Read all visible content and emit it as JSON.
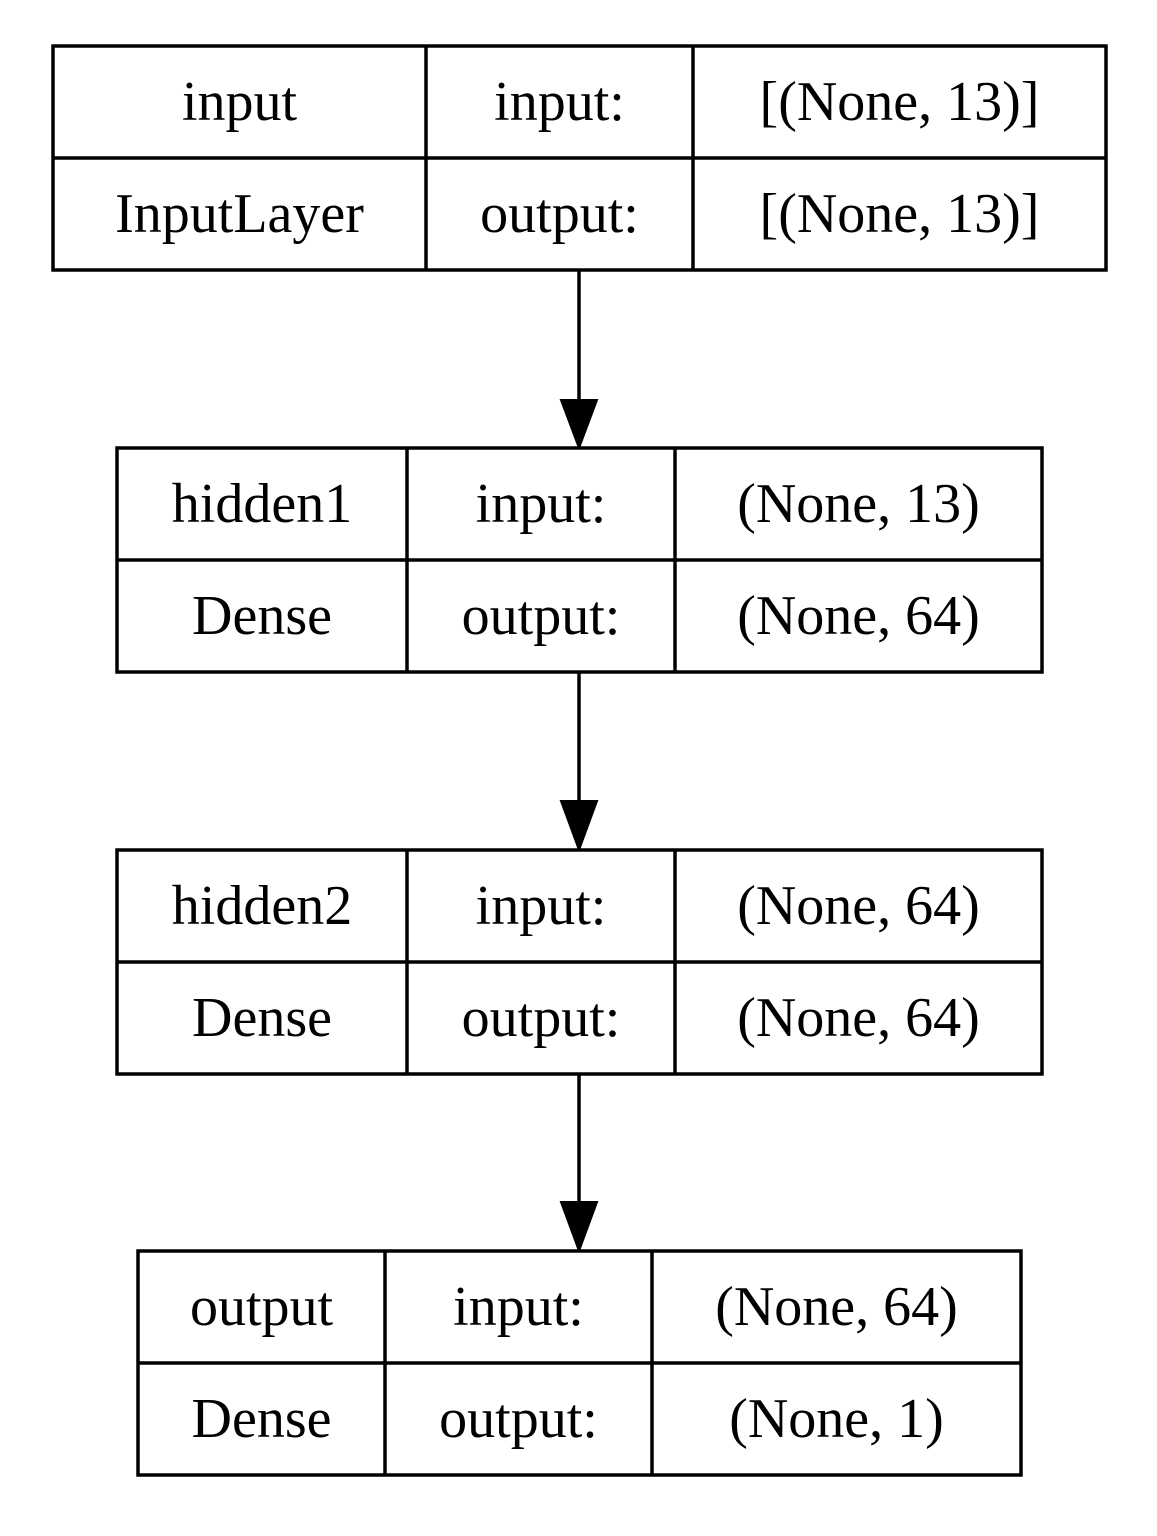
{
  "layers": [
    {
      "name": "input",
      "type": "InputLayer",
      "input_label": "input:",
      "output_label": "output:",
      "input_shape": "[(None, 13)]",
      "output_shape": "[(None, 13)]"
    },
    {
      "name": "hidden1",
      "type": "Dense",
      "input_label": "input:",
      "output_label": "output:",
      "input_shape": "(None, 13)",
      "output_shape": "(None, 64)"
    },
    {
      "name": "hidden2",
      "type": "Dense",
      "input_label": "input:",
      "output_label": "output:",
      "input_shape": "(None, 64)",
      "output_shape": "(None, 64)"
    },
    {
      "name": "output",
      "type": "Dense",
      "input_label": "input:",
      "output_label": "output:",
      "input_shape": "(None, 64)",
      "output_shape": "(None, 1)"
    }
  ],
  "edges": [
    {
      "from": "input",
      "to": "hidden1"
    },
    {
      "from": "hidden1",
      "to": "hidden2"
    },
    {
      "from": "hidden2",
      "to": "output"
    }
  ],
  "colors": {
    "stroke": "#000000",
    "fill": "#ffffff",
    "text": "#000000"
  }
}
